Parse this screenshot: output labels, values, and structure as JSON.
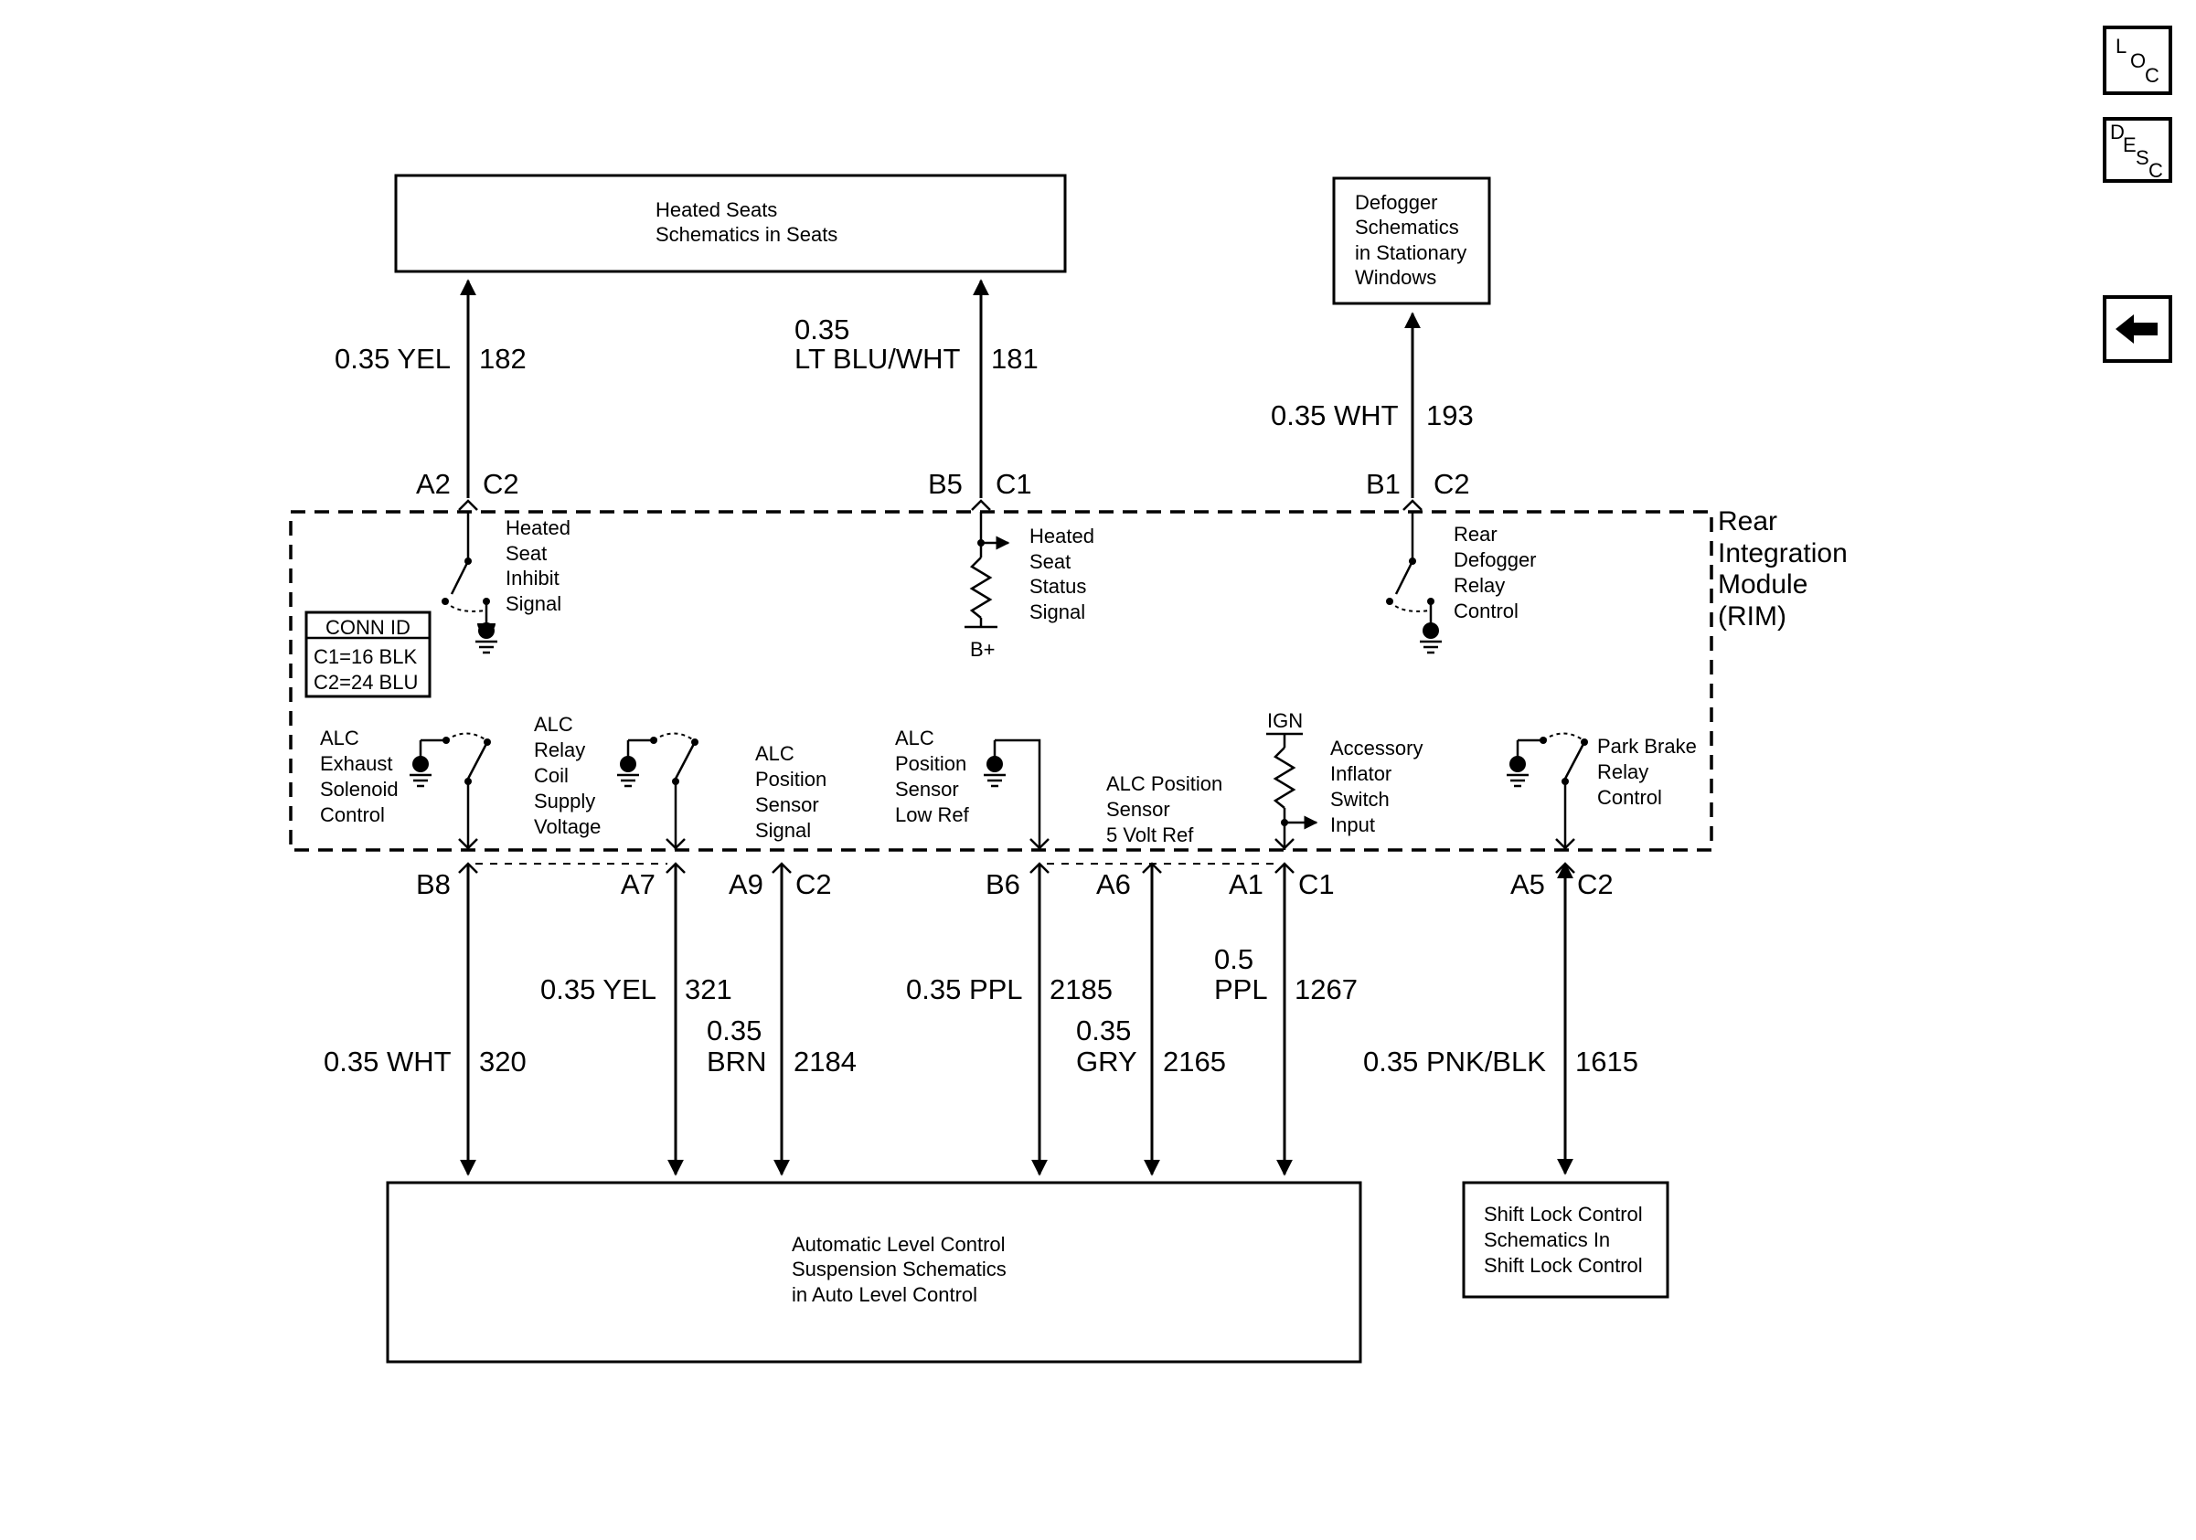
{
  "nav": {
    "loc": [
      "L",
      "O",
      "C"
    ],
    "desc": [
      "D",
      "E",
      "S",
      "C"
    ],
    "back_icon": "left-arrow-icon"
  },
  "boxes": {
    "heated_seats": [
      "Heated Seats",
      "Schematics in Seats"
    ],
    "defogger": [
      "Defogger",
      "Schematics",
      "in Stationary",
      "Windows"
    ],
    "alc": [
      "Automatic Level Control",
      "Suspension Schematics",
      "in Auto Level Control"
    ],
    "shift_lock": [
      "Shift Lock Control",
      "Schematics In",
      "Shift Lock Control"
    ]
  },
  "module": {
    "name": [
      "Rear",
      "Integration",
      "Module",
      "(RIM)"
    ],
    "conn_id": {
      "title": "CONN ID",
      "rows": [
        "C1=16 BLK",
        "C2=24 BLU"
      ]
    }
  },
  "circuits_top": [
    {
      "wire": [
        "0.35 YEL"
      ],
      "circuit": "182",
      "pin": "A2",
      "connector": "C2",
      "signal": [
        "Heated",
        "Seat",
        "Inhibit",
        "Signal"
      ]
    },
    {
      "wire": [
        "0.35",
        "LT BLU/WHT"
      ],
      "circuit": "181",
      "pin": "B5",
      "connector": "C1",
      "signal": [
        "Heated",
        "Seat",
        "Status",
        "Signal"
      ],
      "supply": "B+"
    },
    {
      "wire": [
        "0.35 WHT"
      ],
      "circuit": "193",
      "pin": "B1",
      "connector": "C2",
      "signal": [
        "Rear",
        "Defogger",
        "Relay",
        "Control"
      ]
    }
  ],
  "circuits_bottom": [
    {
      "wire": [
        "0.35 WHT"
      ],
      "circuit": "320",
      "pin": "B8",
      "connector": "",
      "signal": [
        "ALC",
        "Exhaust",
        "Solenoid",
        "Control"
      ]
    },
    {
      "wire": [
        "0.35 YEL"
      ],
      "circuit": "321",
      "pin": "A7",
      "connector": "",
      "signal": [
        "ALC",
        "Relay",
        "Coil",
        "Supply",
        "Voltage"
      ]
    },
    {
      "wire": [
        "0.35",
        "BRN"
      ],
      "circuit": "2184",
      "pin": "A9",
      "connector": "C2",
      "signal": [
        "ALC",
        "Position",
        "Sensor",
        "Signal"
      ]
    },
    {
      "wire": [
        "0.35 PPL"
      ],
      "circuit": "2185",
      "pin": "B6",
      "connector": "",
      "signal": [
        "ALC",
        "Position",
        "Sensor",
        "Low Ref"
      ]
    },
    {
      "wire": [
        "0.35",
        "GRY"
      ],
      "circuit": "2165",
      "pin": "A6",
      "connector": "",
      "signal": [
        "ALC Position",
        "Sensor",
        "5 Volt Ref"
      ]
    },
    {
      "wire": [
        "0.5",
        "PPL"
      ],
      "circuit": "1267",
      "pin": "A1",
      "connector": "C1",
      "signal": [
        "Accessory",
        "Inflator",
        "Switch",
        "Input"
      ],
      "supply": "IGN"
    },
    {
      "wire": [
        "0.35 PNK/BLK"
      ],
      "circuit": "1615",
      "pin": "A5",
      "connector": "C2",
      "signal": [
        "Park Brake",
        "Relay",
        "Control"
      ]
    }
  ]
}
